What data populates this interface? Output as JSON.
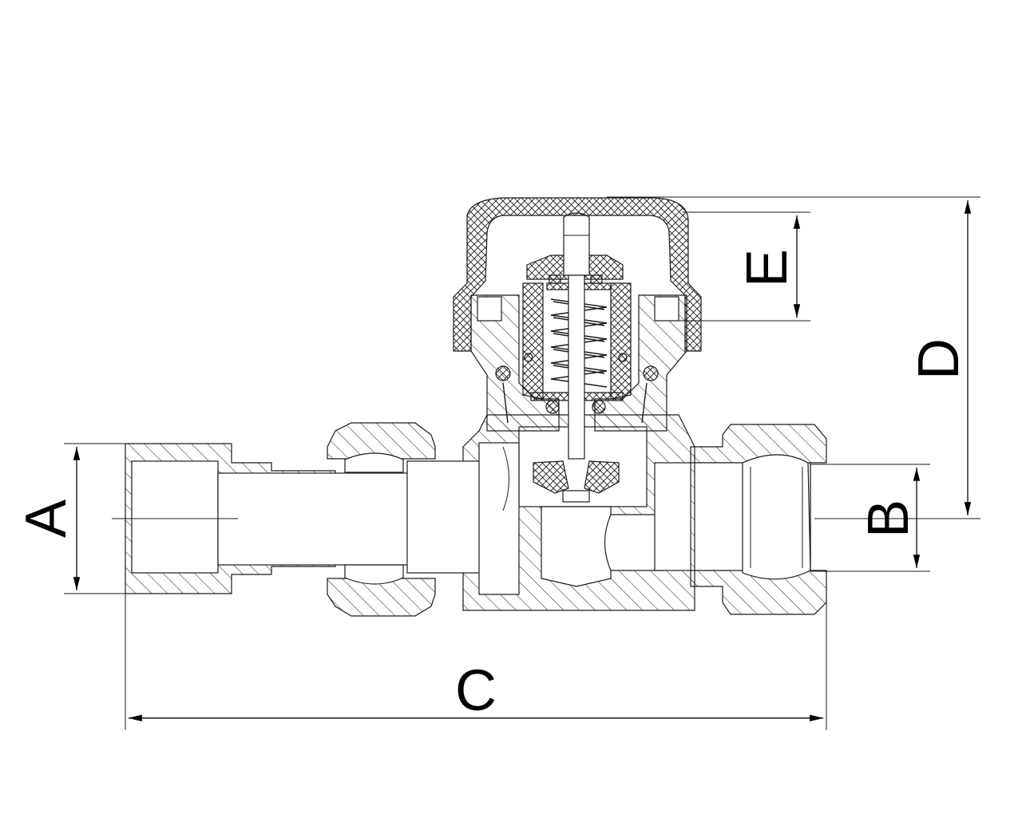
{
  "drawing": {
    "title": "",
    "dimensions": [
      {
        "id": "A",
        "label": "A"
      },
      {
        "id": "B",
        "label": "B"
      },
      {
        "id": "C",
        "label": "C"
      },
      {
        "id": "D",
        "label": "D"
      },
      {
        "id": "E",
        "label": "E"
      }
    ]
  }
}
